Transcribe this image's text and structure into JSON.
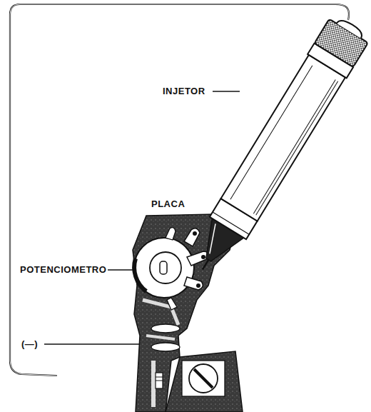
{
  "diagram": {
    "labels": [
      "INJETOR",
      "PLACA",
      "POTENCIOMETRO",
      "(—)"
    ]
  }
}
